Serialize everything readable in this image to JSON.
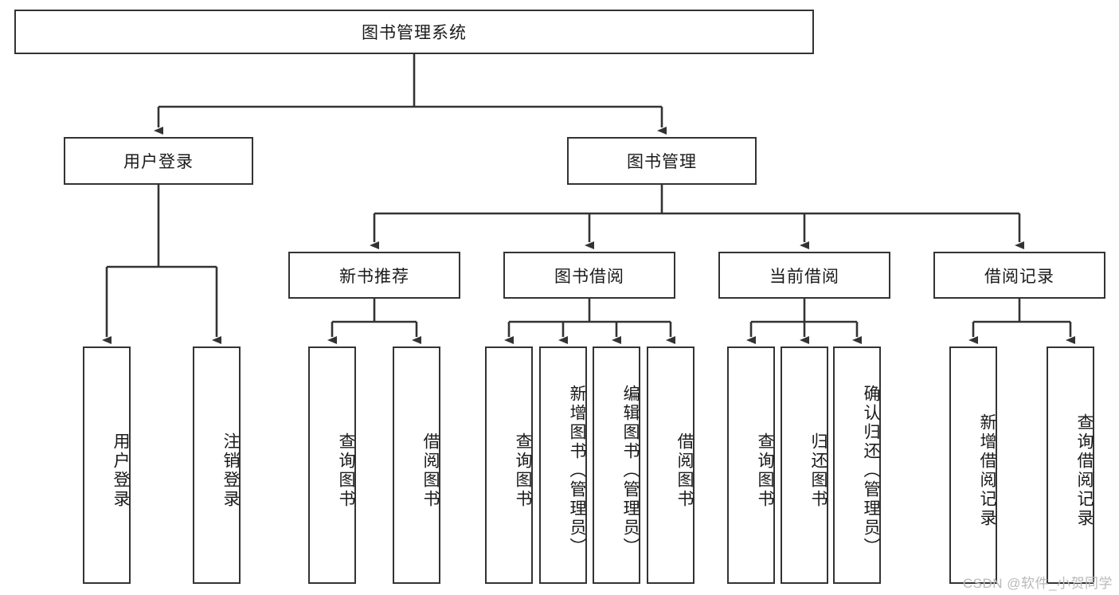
{
  "diagram": {
    "title": "图书管理系统",
    "type": "tree-hierarchy-diagram",
    "colors": {
      "box_border": "#333333",
      "box_fill": "#ffffff",
      "connector": "#333333",
      "background": "#ffffff",
      "watermark": "#b9b9b9"
    },
    "root": {
      "label": "图书管理系统"
    },
    "level2": [
      {
        "label": "用户登录"
      },
      {
        "label": "图书管理"
      }
    ],
    "level3": [
      {
        "label": "新书推荐"
      },
      {
        "label": "图书借阅"
      },
      {
        "label": "当前借阅"
      },
      {
        "label": "借阅记录"
      }
    ],
    "leaves": {
      "user_login": [
        {
          "label": "用户登录"
        },
        {
          "label": "注销登录"
        }
      ],
      "new_book_recommend": [
        {
          "label": "查询图书"
        },
        {
          "label": "借阅图书"
        }
      ],
      "book_borrow": [
        {
          "label": "查询图书"
        },
        {
          "label": "新增图书（管理员）"
        },
        {
          "label": "编辑图书（管理员）"
        },
        {
          "label": "借阅图书"
        }
      ],
      "current_borrow": [
        {
          "label": "查询图书"
        },
        {
          "label": "归还图书"
        },
        {
          "label": "确认归还（管理员）"
        }
      ],
      "borrow_record": [
        {
          "label": "新增借阅记录"
        },
        {
          "label": "查询借阅记录"
        }
      ]
    }
  },
  "watermark": {
    "text": "CSDN @软件_小贺同学"
  }
}
